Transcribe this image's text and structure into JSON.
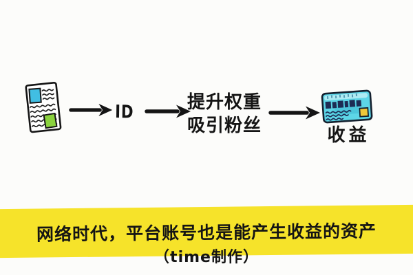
{
  "colors": {
    "background": "#fcfcfa",
    "ink": "#141414",
    "banner_yellow": "#f6e32a",
    "doc_blue": "#41bee3",
    "doc_green": "#8ad23e",
    "card_cyan": "#5dd6e7",
    "card_navy": "#1d2c54",
    "card_chip": "#eec73a"
  },
  "diagram": {
    "icons": [
      "document-icon",
      "arrow-right-icon",
      "bank-card-icon"
    ],
    "id_label": "ID",
    "step_lines": {
      "line1": "提升权重",
      "line2": "吸引粉丝"
    },
    "income_label": "收益"
  },
  "banner": {
    "title": "网络时代，平台账号也是能产生收益的资产",
    "credit": "（time制作）"
  }
}
